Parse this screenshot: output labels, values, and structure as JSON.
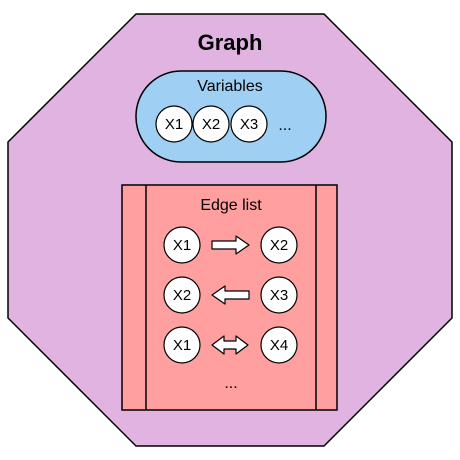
{
  "diagram": {
    "title": "Graph",
    "colors": {
      "octagon_fill": "#e0b3e0",
      "variables_fill": "#9fd0f3",
      "edge_list_fill": "#ff9f9f",
      "node_fill": "#ffffff",
      "stroke": "#000000"
    },
    "variables": {
      "label": "Variables",
      "nodes": [
        "X1",
        "X2",
        "X3"
      ],
      "ellipsis": "..."
    },
    "edge_list": {
      "label": "Edge list",
      "rows": [
        {
          "from": "X1",
          "to": "X2",
          "direction": "right"
        },
        {
          "from": "X2",
          "to": "X3",
          "direction": "left"
        },
        {
          "from": "X1",
          "to": "X4",
          "direction": "both"
        }
      ],
      "ellipsis": "..."
    }
  }
}
